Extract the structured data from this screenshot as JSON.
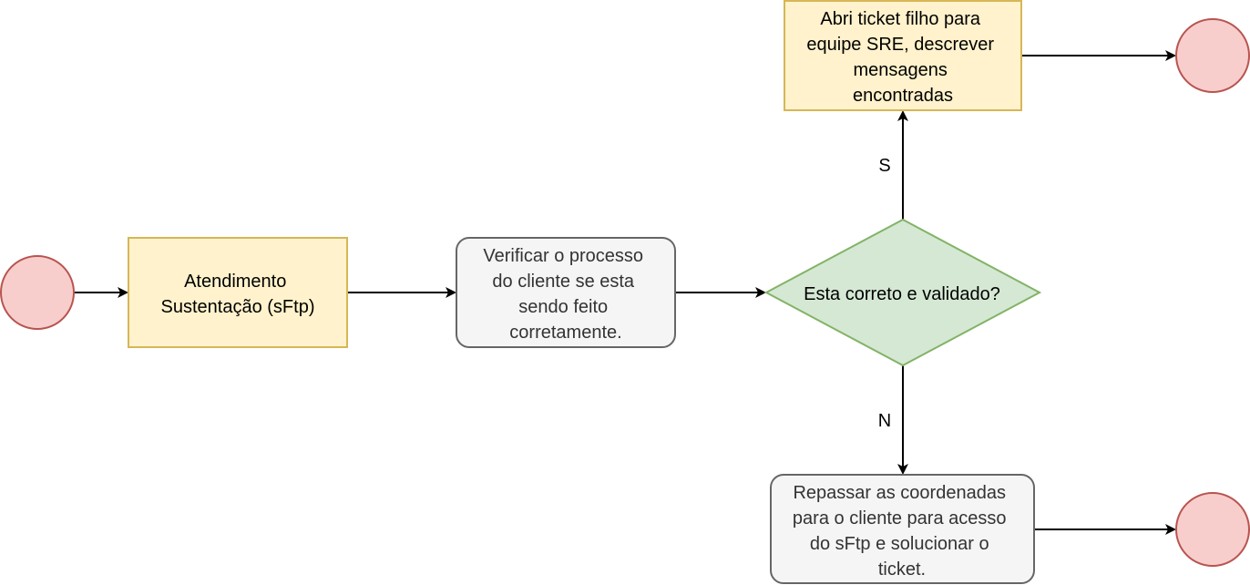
{
  "colors": {
    "terminal_fill": "#f8cecc",
    "terminal_stroke": "#b85450",
    "process_fill": "#fff2cc",
    "process_stroke": "#d6b656",
    "task_fill": "#f5f5f5",
    "task_stroke": "#666666",
    "decision_fill": "#d5e8d4",
    "decision_stroke": "#82b366",
    "edge": "#000000"
  },
  "nodes": {
    "atendimento": {
      "lines": [
        "Atendimento",
        "Sustentação (sFtp)"
      ]
    },
    "verificar": {
      "lines": [
        "Verificar o processo",
        "do cliente se esta",
        "sendo feito",
        "corretamente."
      ]
    },
    "decisao": {
      "lines": [
        "Esta correto e validado?"
      ]
    },
    "abrir_ticket": {
      "lines": [
        "Abri ticket filho para",
        "equipe SRE, descrever",
        "mensagens",
        "encontradas"
      ]
    },
    "repassar": {
      "lines": [
        "Repassar as coordenadas",
        "para o cliente para acesso",
        "do sFtp e solucionar o",
        "ticket."
      ]
    }
  },
  "edges": {
    "yes_label": "S",
    "no_label": "N"
  }
}
